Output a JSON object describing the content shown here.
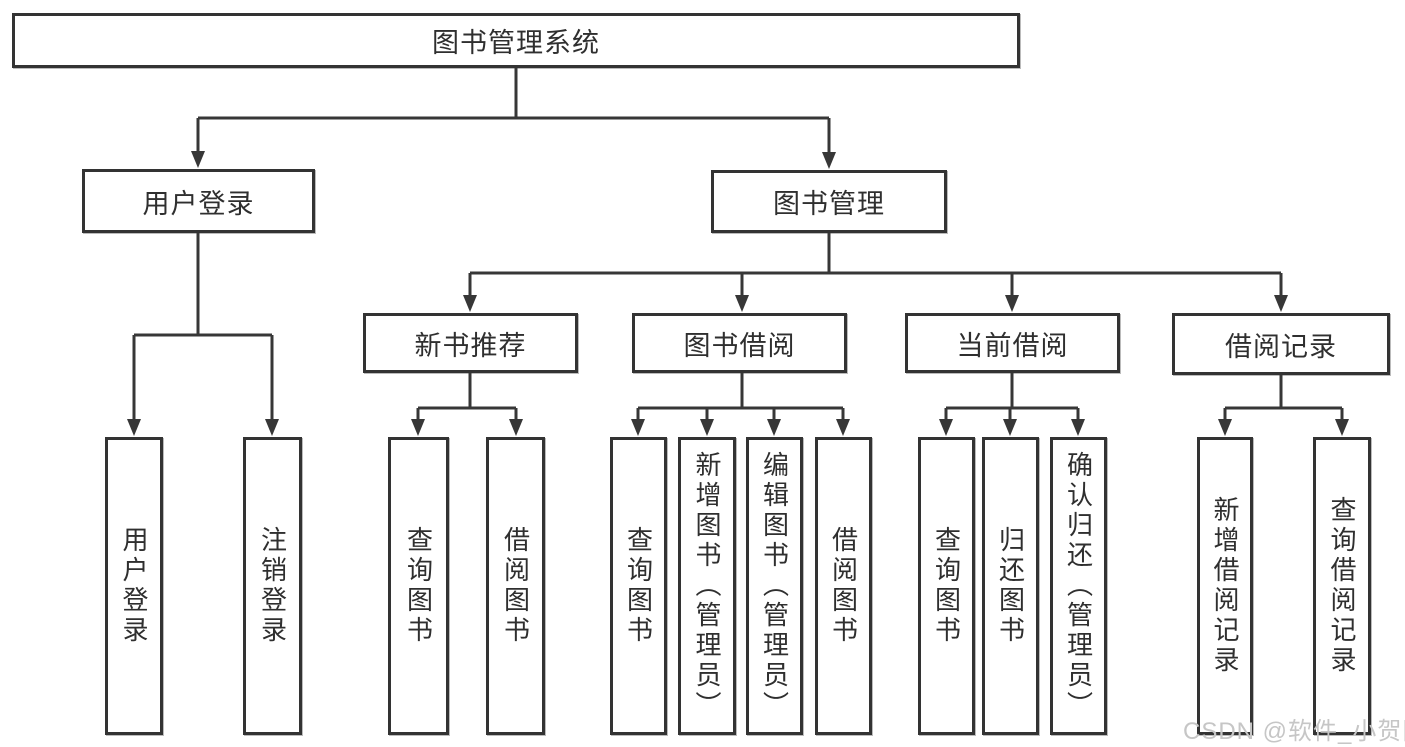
{
  "colors": {
    "line": "#373737",
    "box_border": "#333333",
    "text": "#2f2f2f",
    "background": "#ffffff",
    "watermark": "#c6c6c6"
  },
  "diagram": {
    "root": {
      "label": "图书管理系统"
    },
    "level2": {
      "user_login": {
        "label": "用户登录"
      },
      "book_management": {
        "label": "图书管理"
      }
    },
    "level3": {
      "new_book_recommend": {
        "label": "新书推荐"
      },
      "book_borrowing": {
        "label": "图书借阅"
      },
      "current_borrowing": {
        "label": "当前借阅"
      },
      "borrowing_records": {
        "label": "借阅记录"
      }
    },
    "leaves": {
      "user_login": [
        "用户登录",
        "注销登录"
      ],
      "new_book_recommend": [
        "查询图书",
        "借阅图书"
      ],
      "book_borrowing": [
        "查询图书",
        "新增图书（管理员）",
        "编辑图书（管理员）",
        "借阅图书"
      ],
      "current_borrowing": [
        "查询图书",
        "归还图书",
        "确认归还（管理员）"
      ],
      "borrowing_records": [
        "新增借阅记录",
        "查询借阅记录"
      ]
    }
  },
  "watermark": {
    "text": "CSDN @软件_小贺同学"
  }
}
